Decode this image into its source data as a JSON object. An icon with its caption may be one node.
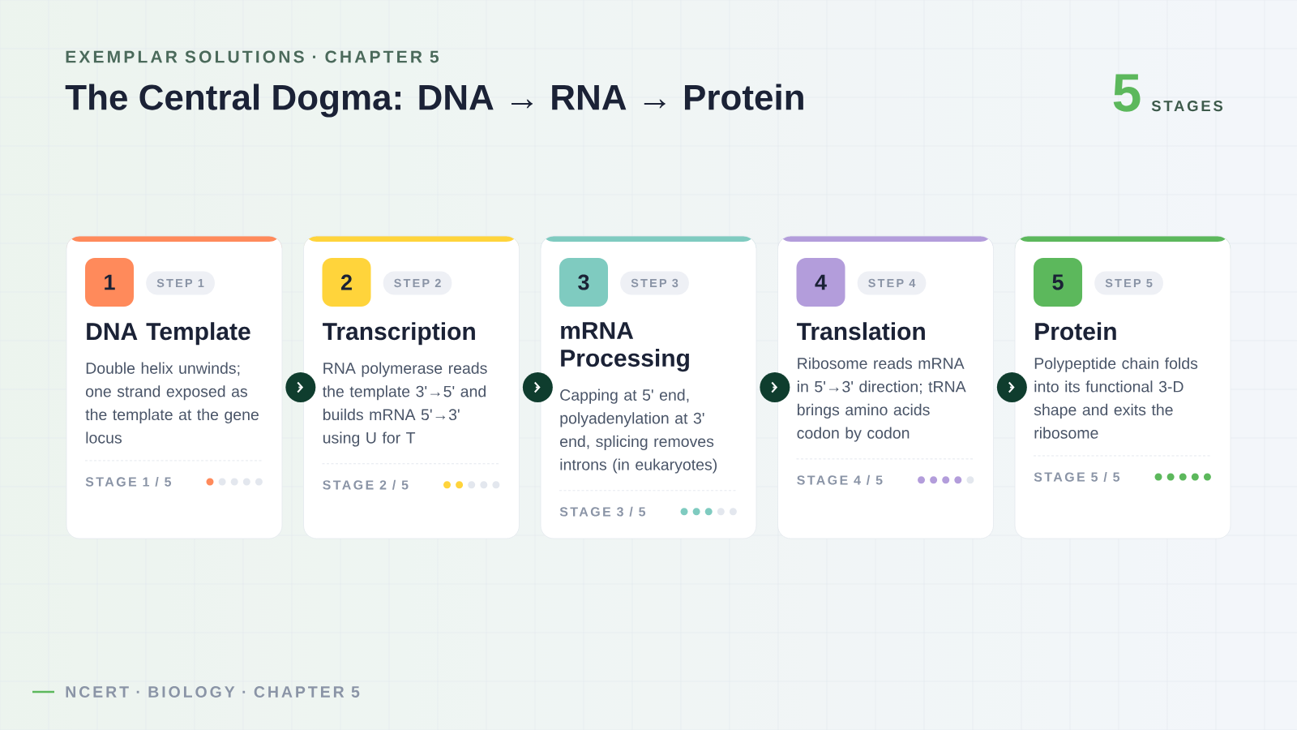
{
  "diagram": {
    "title": "The Central Dogma: DNA → RNA → Protein",
    "nodes": [
      {
        "text": [
          "DNA Template",
          "Double helix unwinds; one strand exposed as the template at the gene locus",
          "STAGE 1 / 5"
        ]
      },
      {
        "text": [
          "1"
        ],
        "in": 0
      },
      {
        "text": [
          "STEP 1"
        ],
        "in": 0
      },
      {
        "text": [
          "Transcription",
          "RNA polymerase reads the template 3'→5' and builds mRNA 5'→3' using U for T",
          "STAGE 2 / 5"
        ]
      },
      {
        "text": [
          "2"
        ],
        "in": 3
      },
      {
        "text": [
          "STEP 2"
        ],
        "in": 3
      },
      {
        "text": [
          "mRNA Processing",
          "Capping at 5' end, polyadenylation at 3' end, splicing removes introns (in eukaryotes)",
          "STAGE 3 / 5"
        ]
      },
      {
        "text": [
          "3"
        ],
        "in": 6
      },
      {
        "text": [
          "STEP 3"
        ],
        "in": 6
      },
      {
        "text": [
          "Translation",
          "Ribosome reads mRNA in 5'→3' direction; tRNA brings amino acids codon by codon",
          "STAGE 4 / 5"
        ]
      },
      {
        "text": [
          "4"
        ],
        "in": 9
      },
      {
        "text": [
          "STEP 4"
        ],
        "in": 9
      },
      {
        "text": [
          "Protein",
          "Polypeptide chain folds into its functional 3-D shape and exits the ribosome",
          "STAGE 5 / 5"
        ]
      },
      {
        "text": [
          "5"
        ],
        "in": 12
      },
      {
        "text": [
          "STEP 5"
        ],
        "in": 12
      }
    ],
    "edges": [
      {
        "from": 0,
        "to": 3,
        "arrow": "to"
      },
      {
        "from": 3,
        "to": 6,
        "arrow": "to"
      },
      {
        "from": 6,
        "to": 9,
        "arrow": "to"
      },
      {
        "from": 9,
        "to": 12,
        "arrow": "to"
      }
    ],
    "labels": [
      "EXEMPLAR SOLUTIONS · CHAPTER 5",
      "5",
      "STAGES",
      "NCERT · BIOLOGY · CHAPTER 5"
    ]
  }
}
